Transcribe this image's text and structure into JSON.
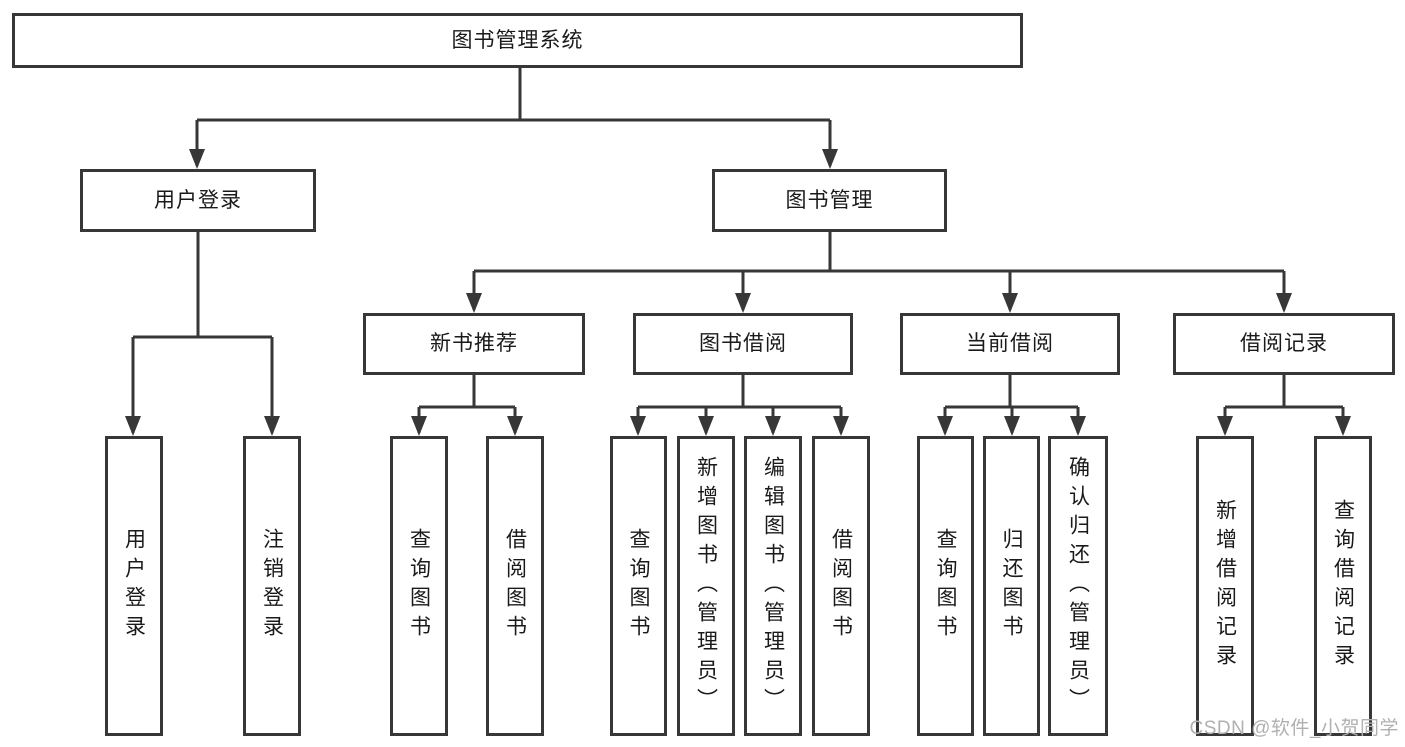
{
  "tree": {
    "label": "图书管理系统",
    "children": [
      {
        "label": "用户登录",
        "children": [
          {
            "label": "用户登录"
          },
          {
            "label": "注销登录"
          }
        ]
      },
      {
        "label": "图书管理",
        "children": [
          {
            "label": "新书推荐",
            "children": [
              {
                "label": "查询图书"
              },
              {
                "label": "借阅图书"
              }
            ]
          },
          {
            "label": "图书借阅",
            "children": [
              {
                "label": "查询图书"
              },
              {
                "label": "新增图书（管理员）"
              },
              {
                "label": "编辑图书（管理员）"
              },
              {
                "label": "借阅图书"
              }
            ]
          },
          {
            "label": "当前借阅",
            "children": [
              {
                "label": "查询图书"
              },
              {
                "label": "归还图书"
              },
              {
                "label": "确认归还（管理员）"
              }
            ]
          },
          {
            "label": "借阅记录",
            "children": [
              {
                "label": "新增借阅记录"
              },
              {
                "label": "查询借阅记录"
              }
            ]
          }
        ]
      }
    ]
  },
  "watermark": {
    "text": "CSDN @软件_小贺同学"
  },
  "colors": {
    "line": "#373737",
    "box_border": "#373737",
    "box_fill": "#ffffff",
    "text": "#1a1a1a",
    "watermark": "#b0b0b0"
  }
}
